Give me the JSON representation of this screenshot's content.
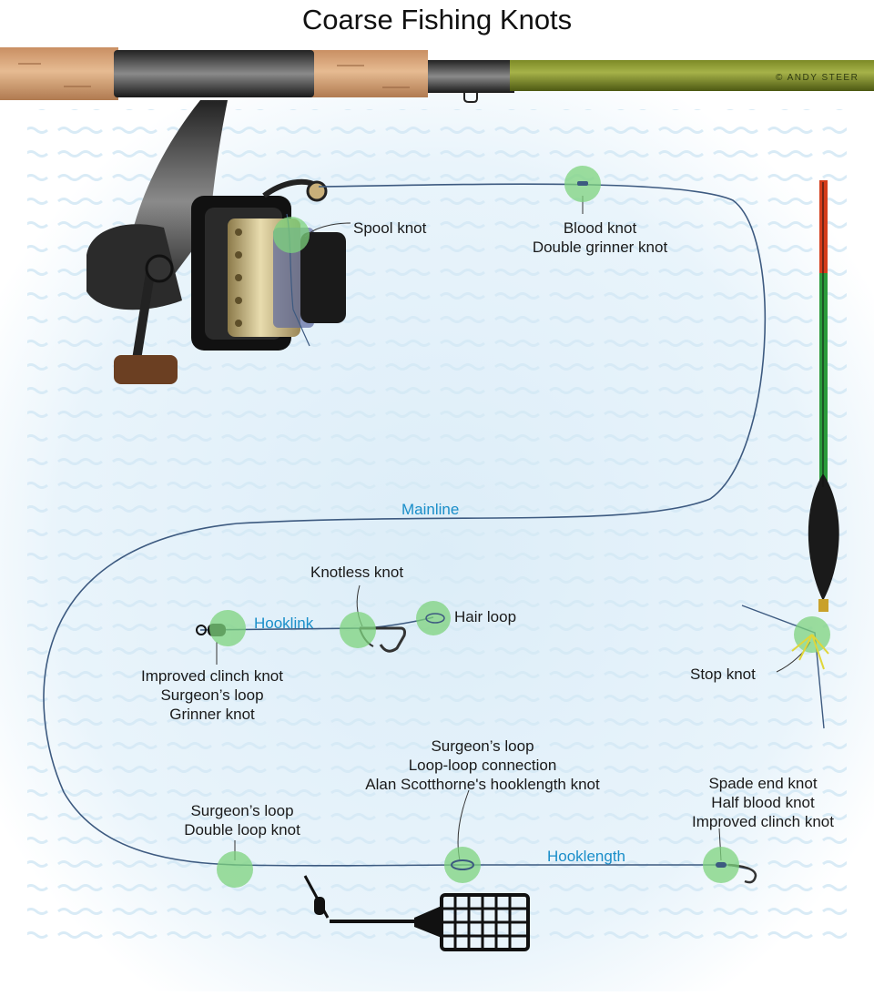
{
  "title": "Coarse Fishing Knots",
  "credit": "© ANDY STEER",
  "lines": {
    "mainline": "Mainline",
    "hooklink": "Hooklink",
    "hooklength": "Hooklength"
  },
  "knots": {
    "spool": [
      "Spool knot"
    ],
    "blood": [
      "Blood knot",
      "Double grinner knot"
    ],
    "knotless": [
      "Knotless knot"
    ],
    "hair_loop": [
      "Hair loop"
    ],
    "swivel": [
      "Improved clinch knot",
      "Surgeon’s loop",
      "Grinner knot"
    ],
    "stop": [
      "Stop knot"
    ],
    "loop_loop": [
      "Surgeon’s loop",
      "Loop-loop connection",
      "Alan Scotthorne's hooklength knot"
    ],
    "feeder_loop": [
      "Surgeon’s loop",
      "Double loop knot"
    ],
    "hook_end": [
      "Spade end knot",
      "Half blood knot",
      "Improved clinch knot"
    ]
  },
  "colors": {
    "highlight": "#7ed37e",
    "line": "#3d5a80",
    "label_blue": "#1a8ec9",
    "rod_blank": "#6b7a1c",
    "cork": "#d9a77c"
  },
  "icons": [
    "rod",
    "reel",
    "float",
    "hook",
    "swivel",
    "feeder"
  ]
}
